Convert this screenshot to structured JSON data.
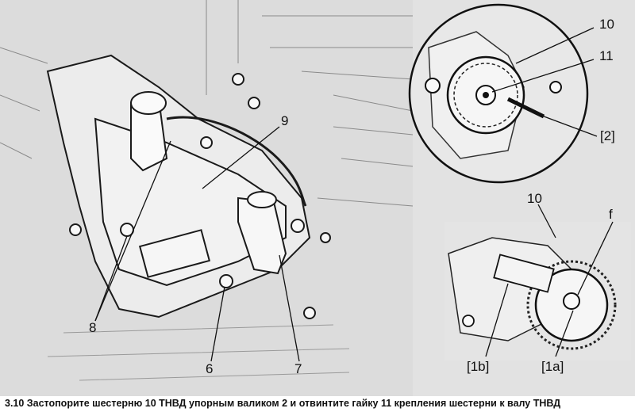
{
  "figure": {
    "callouts": {
      "c10_top": "10",
      "c11": "11",
      "c2": "[2]",
      "c9": "9",
      "c10_bottom": "10",
      "cf": "f",
      "c8": "8",
      "c6": "6",
      "c7": "7",
      "c1b": "[1b]",
      "c1a": "[1a]"
    }
  },
  "caption": {
    "text": "3.10 Застопорите шестерню 10 ТНВД  упорным валиком 2 и отвинтите гайку 11 крепления шестерни к валу ТНВД"
  }
}
